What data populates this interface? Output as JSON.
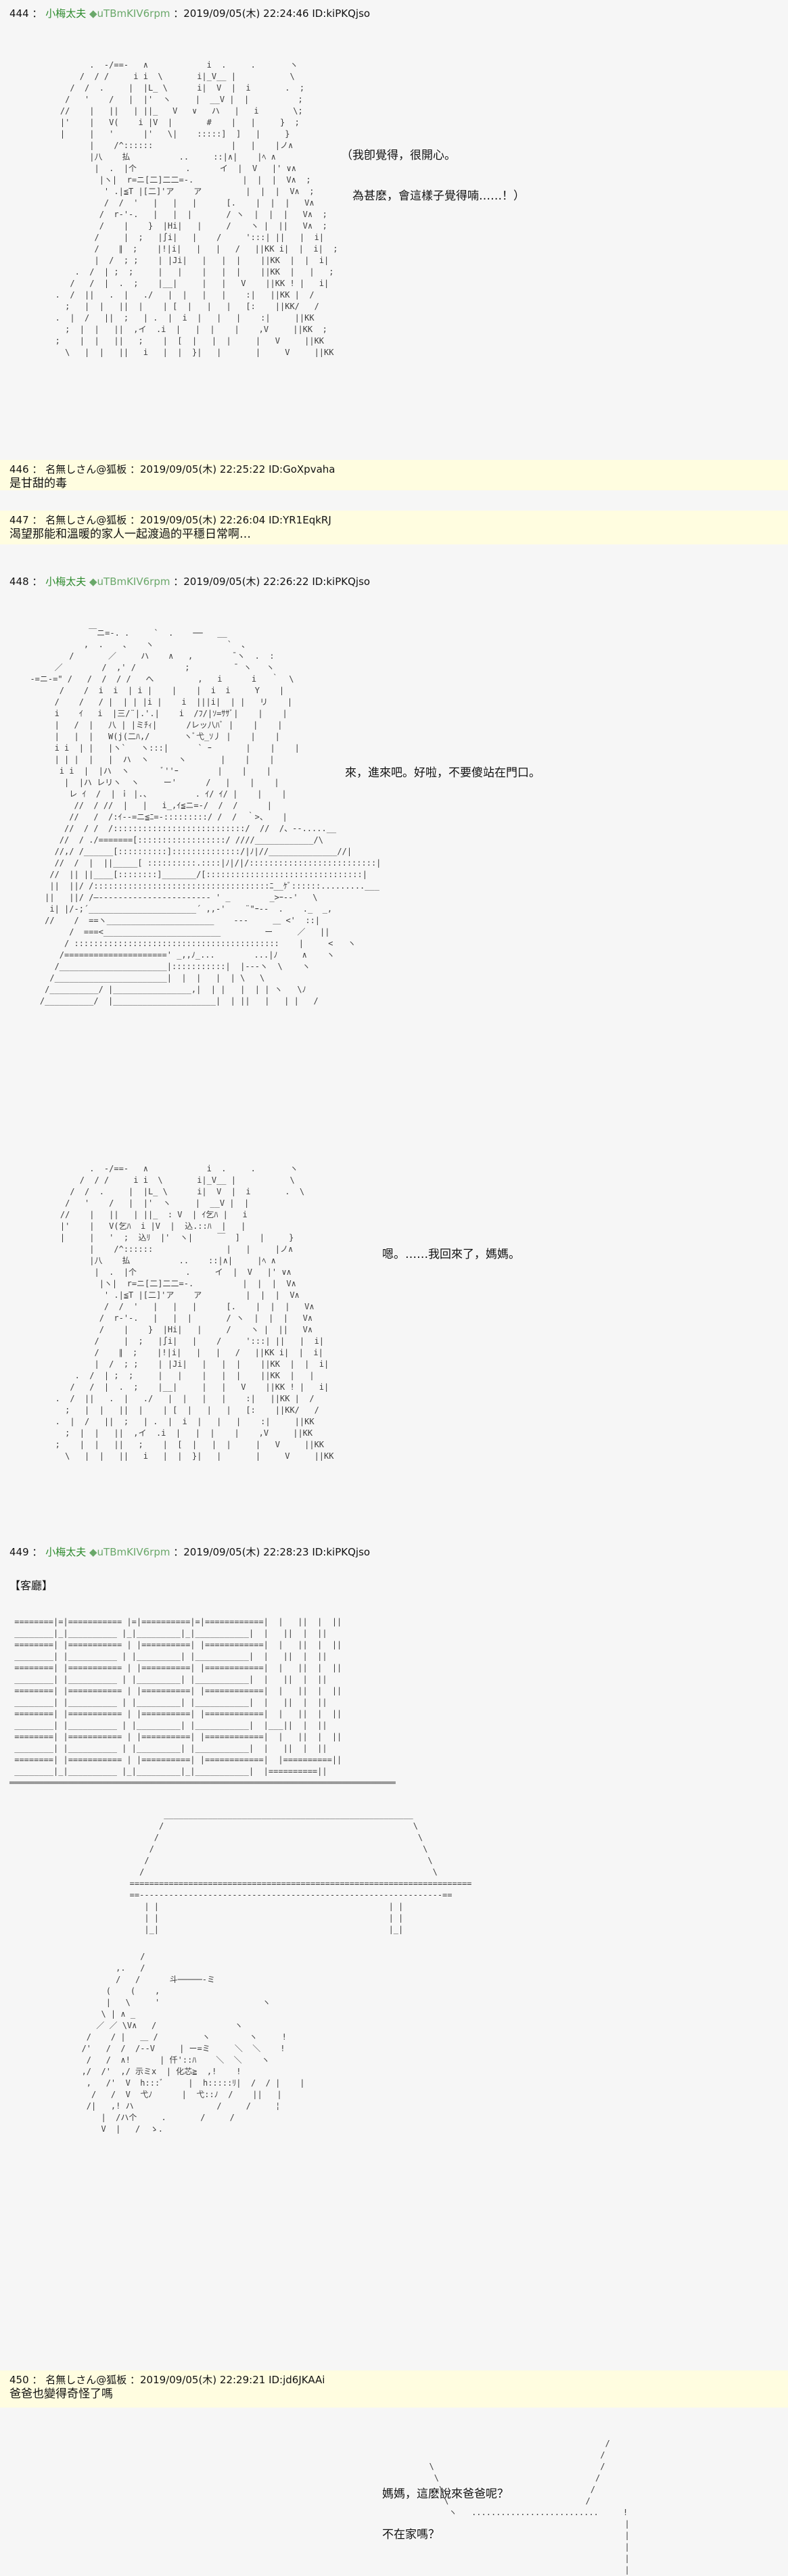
{
  "posts": [
    {
      "id": "p444",
      "number": "444",
      "name": "小梅太夫",
      "trip": "◆uTBmKIV6rpm",
      "date": "2019/09/05(木) 22:24:46",
      "uid": "ID:kiPKQjso",
      "speech": "（我卽覺得，很開心。\n\n　為甚麽，會這樣子覺得喃‥‥‥！）"
    },
    {
      "id": "p446",
      "number": "446",
      "name": "名無しさん@狐板",
      "date": "2019/09/05(木) 22:25:22",
      "uid": "ID:GoXpvaha",
      "body": "是甘甜的毒"
    },
    {
      "id": "p447",
      "number": "447",
      "name": "名無しさん@狐板",
      "date": "2019/09/05(木) 22:26:04",
      "uid": "ID:YR1EqkRJ",
      "body": "渴望那能和溫暖的家人一起渡過的平穩日常啊…"
    },
    {
      "id": "p448",
      "number": "448",
      "name": "小梅太夫",
      "trip": "◆uTBmKIV6rpm",
      "date": "2019/09/05(木) 22:26:22",
      "uid": "ID:kiPKQjso",
      "speech_mother": "來，進來吧。好啦，不要傻站在門口。",
      "speech_girl": "嗯。‥‥‥我回來了，媽媽。"
    },
    {
      "id": "p449",
      "number": "449",
      "name": "小梅太夫",
      "trip": "◆uTBmKIV6rpm",
      "date": "2019/09/05(木) 22:28:23",
      "uid": "ID:kiPKQjso",
      "room": "【客廳】",
      "speech": "媽媽，這麽說來爸爸呢？\n\n不在家嗎？"
    },
    {
      "id": "p450",
      "number": "450",
      "name": "名無しさん@狐板",
      "date": "2019/09/05(木) 22:29:21",
      "uid": "ID:jd6JKAAi",
      "body": "爸爸也變得奇怪了嗎"
    }
  ]
}
